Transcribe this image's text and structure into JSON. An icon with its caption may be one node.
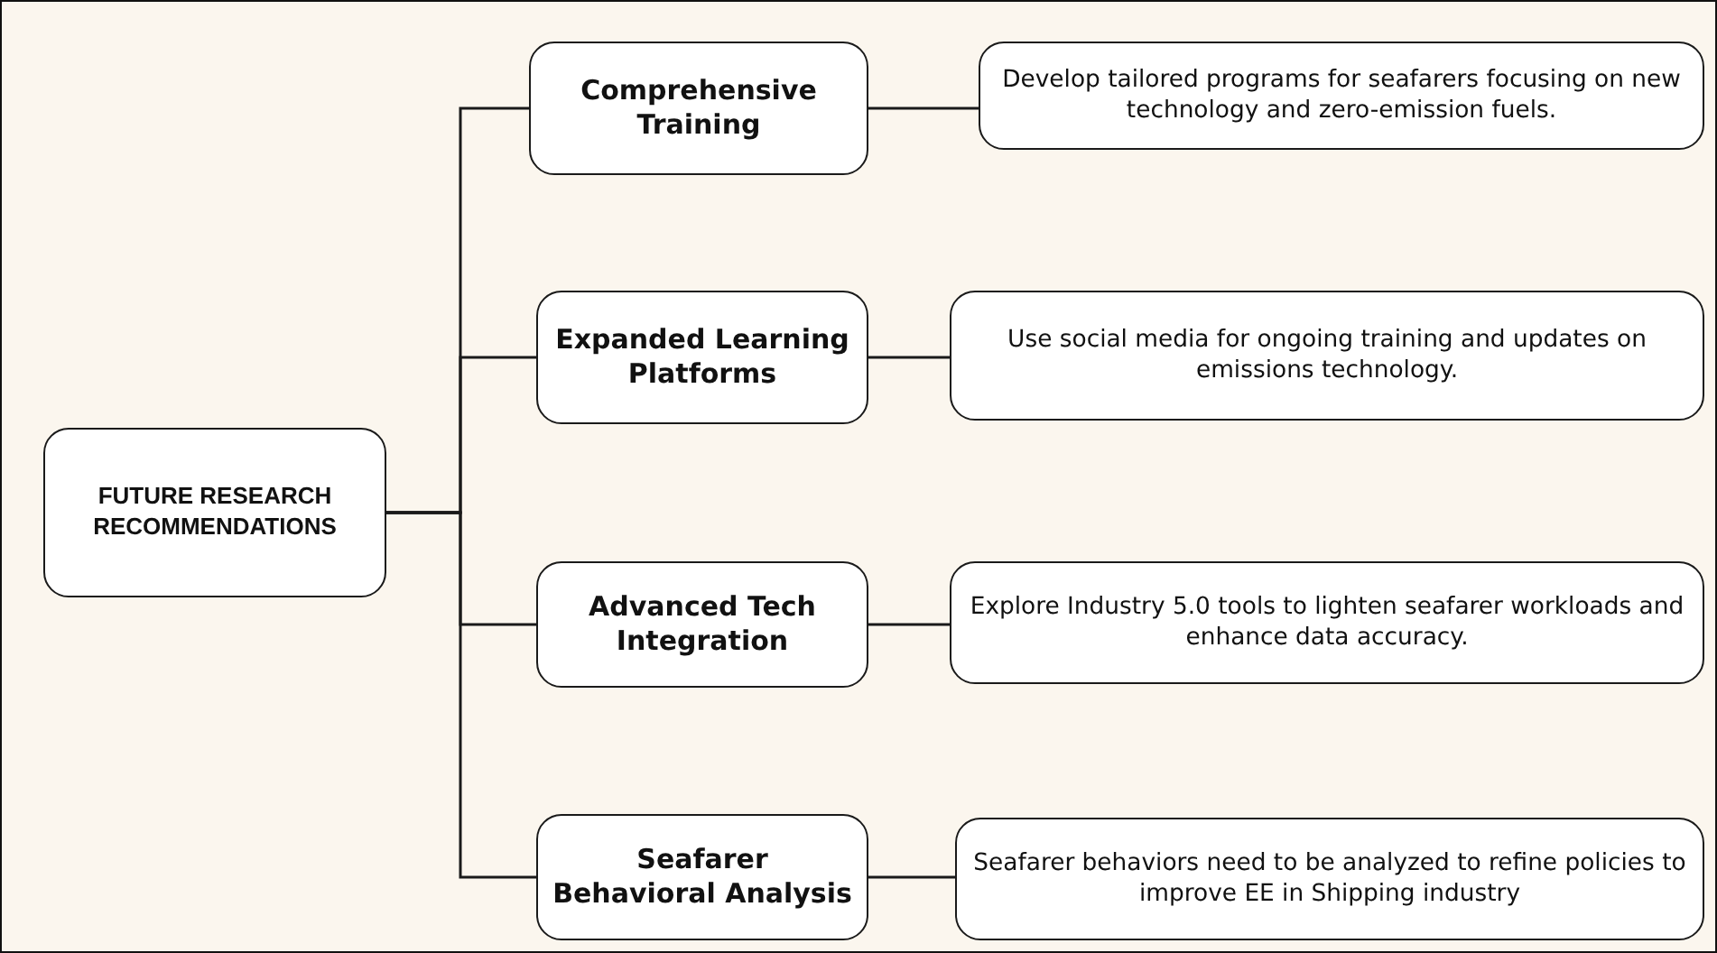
{
  "diagram": {
    "nodes": [
      {
        "text": [
          "FUTURE RESEARCH RECOMMENDATIONS"
        ]
      },
      {
        "text": [
          "Comprehensive Training"
        ]
      },
      {
        "text": [
          "Develop tailored programs for seafarers focusing on new technology and zero-emission fuels."
        ]
      },
      {
        "text": [
          "Expanded Learning Platforms"
        ]
      },
      {
        "text": [
          "Use social media for ongoing training and updates on emissions technology."
        ]
      },
      {
        "text": [
          "Advanced Tech Integration"
        ]
      },
      {
        "text": [
          "Explore Industry 5.0 tools to lighten seafarer workloads and enhance data accuracy."
        ]
      },
      {
        "text": [
          "Seafarer Behavioral Analysis"
        ]
      },
      {
        "text": [
          "Seafarer behaviors need to be analyzed to refine policies to improve EE in Shipping industry"
        ]
      }
    ],
    "edges": [
      {
        "from": 0,
        "to": 1,
        "arrow": "none"
      },
      {
        "from": 0,
        "to": 3,
        "arrow": "none"
      },
      {
        "from": 0,
        "to": 5,
        "arrow": "none"
      },
      {
        "from": 0,
        "to": 7,
        "arrow": "none"
      },
      {
        "from": 1,
        "to": 2,
        "arrow": "none"
      },
      {
        "from": 3,
        "to": 4,
        "arrow": "none"
      },
      {
        "from": 5,
        "to": 6,
        "arrow": "none"
      },
      {
        "from": 7,
        "to": 8,
        "arrow": "none"
      }
    ]
  }
}
